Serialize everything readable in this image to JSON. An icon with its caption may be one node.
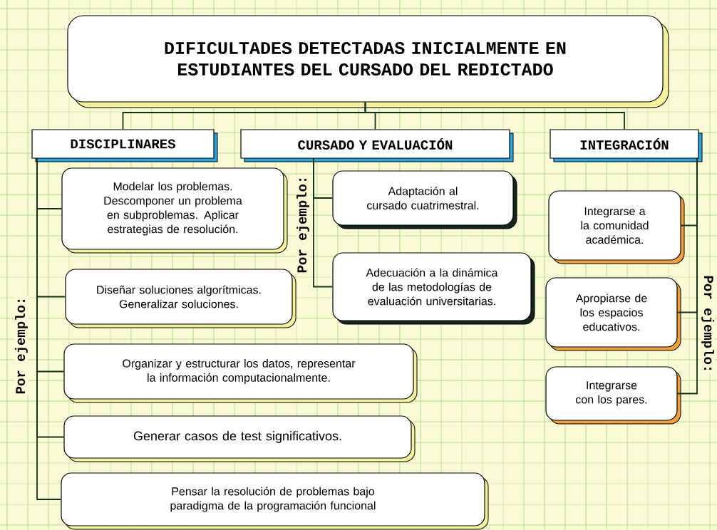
{
  "diagram": {
    "nodes": [
      {
        "text": [
          "DIFICULTADES DETECTADAS INICIALMENTE EN ESTUDIANTES DEL CURSADO DEL REDICTADO"
        ]
      },
      {
        "text": [
          "DISCIPLINARES"
        ]
      },
      {
        "text": [
          "CURSADO Y EVALUACIÓN"
        ]
      },
      {
        "text": [
          "INTEGRACIÓN"
        ]
      },
      {
        "text": [
          "Modelar los problemas. Descomponer un problema en subproblemas. Aplicar estrategias de resolución."
        ]
      },
      {
        "text": [
          "Diseñar soluciones algorítmicas. Generalizar soluciones."
        ]
      },
      {
        "text": [
          "Organizar y estructurar los datos, representar la información computacionalmente."
        ]
      },
      {
        "text": [
          "Generar casos de test significativos."
        ]
      },
      {
        "text": [
          "Pensar la resolución de problemas bajo paradigma de la programación funcional"
        ]
      },
      {
        "text": [
          "Adaptación al cursado cuatrimestral."
        ]
      },
      {
        "text": [
          "Adecuación a la dinámica de las metodologías de evaluación universitarias."
        ]
      },
      {
        "text": [
          "Integrarse a la comunidad académica."
        ]
      },
      {
        "text": [
          "Apropiarse de los espacios educativos."
        ]
      },
      {
        "text": [
          "Integrarse con los pares."
        ]
      }
    ],
    "edges": [
      {
        "from": 0,
        "to": 1,
        "arrow": "none"
      },
      {
        "from": 0,
        "to": 2,
        "arrow": "none"
      },
      {
        "from": 0,
        "to": 3,
        "arrow": "none"
      },
      {
        "from": 1,
        "to": 4,
        "arrow": "none"
      },
      {
        "from": 1,
        "to": 5,
        "arrow": "none"
      },
      {
        "from": 1,
        "to": 6,
        "arrow": "none"
      },
      {
        "from": 1,
        "to": 7,
        "arrow": "none"
      },
      {
        "from": 1,
        "to": 8,
        "arrow": "none"
      },
      {
        "from": 2,
        "to": 9,
        "arrow": "none"
      },
      {
        "from": 2,
        "to": 10,
        "arrow": "none"
      },
      {
        "from": 3,
        "to": 11,
        "arrow": "none"
      },
      {
        "from": 3,
        "to": 12,
        "arrow": "none"
      },
      {
        "from": 3,
        "to": 13,
        "arrow": "none"
      }
    ],
    "labels": [
      "Por ejemplo:",
      "Por ejemplo:",
      "Por ejemplo:"
    ]
  }
}
